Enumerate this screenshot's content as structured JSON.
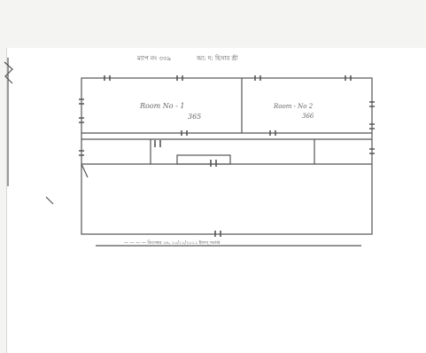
{
  "header": {
    "text_left": "ম্যাপ নং ৩৩৯",
    "text_right": "আ: দ: হিসাব শ্রী"
  },
  "rooms": [
    {
      "label": "Room No - 1",
      "number": "365"
    },
    {
      "label": "Room - No 2",
      "number": "366"
    }
  ],
  "footer_note": "— — — — ডিসেম্বর ১৬, ১০/১১/২০১১ ইজস্ সমাপ্ত",
  "colors": {
    "ink": "#555555",
    "paper": "#ffffff",
    "background": "#f4f4f2"
  }
}
